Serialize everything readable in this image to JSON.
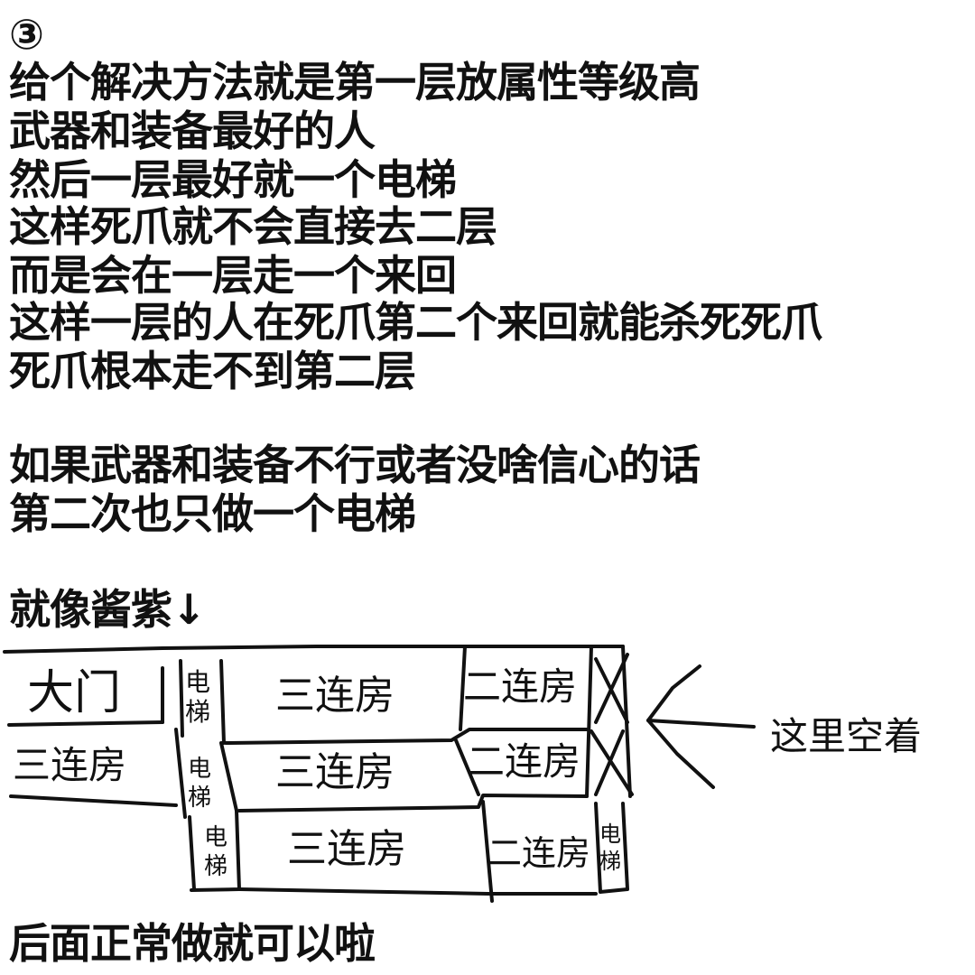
{
  "step_number": "③",
  "paragraph_1": [
    "给个解决方法就是第一层放属性等级高",
    "武器和装备最好的人",
    "然后一层最好就一个电梯",
    "这样死爪就不会直接去二层",
    "而是会在一层走一个来回",
    "这样一层的人在死爪第二个来回就能杀死死爪",
    "死爪根本走不到第二层"
  ],
  "paragraph_2": [
    "如果武器和装备不行或者没啥信心的话",
    "第二次也只做一个电梯"
  ],
  "example_caption": "就像酱紫↓",
  "diagram": {
    "floor_1": {
      "door": "大门",
      "elevator": "电梯",
      "room_triple": "三连房",
      "room_double": "二连房"
    },
    "floor_2": {
      "room_triple_left": "三连房",
      "elevator": "电梯",
      "room_triple": "三连房",
      "room_double": "二连房"
    },
    "floor_3": {
      "elevator_left": "电梯",
      "room_triple": "三连房",
      "room_double": "二连房",
      "elevator_right": "电梯"
    },
    "empty_note": "这里空着"
  },
  "footer_text": "后面正常做就可以啦"
}
